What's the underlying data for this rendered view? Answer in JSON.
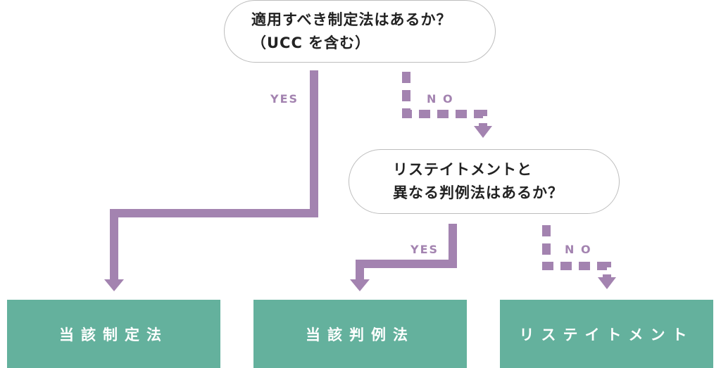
{
  "question1": {
    "line1": "適用すべき制定法はあるか？",
    "line2": "（UCC を含む）"
  },
  "question2": {
    "line1": "リステイトメントと",
    "line2": "異なる判例法はあるか？"
  },
  "labels": {
    "yes1": "YES",
    "no1": "N O",
    "yes2": "YES",
    "no2": "N O"
  },
  "results": {
    "statute": "当該制定法",
    "case_law": "当該判例法",
    "restatement": "リステイトメント"
  },
  "colors": {
    "arrow": "#a383b0",
    "result_box": "#64b19d"
  }
}
